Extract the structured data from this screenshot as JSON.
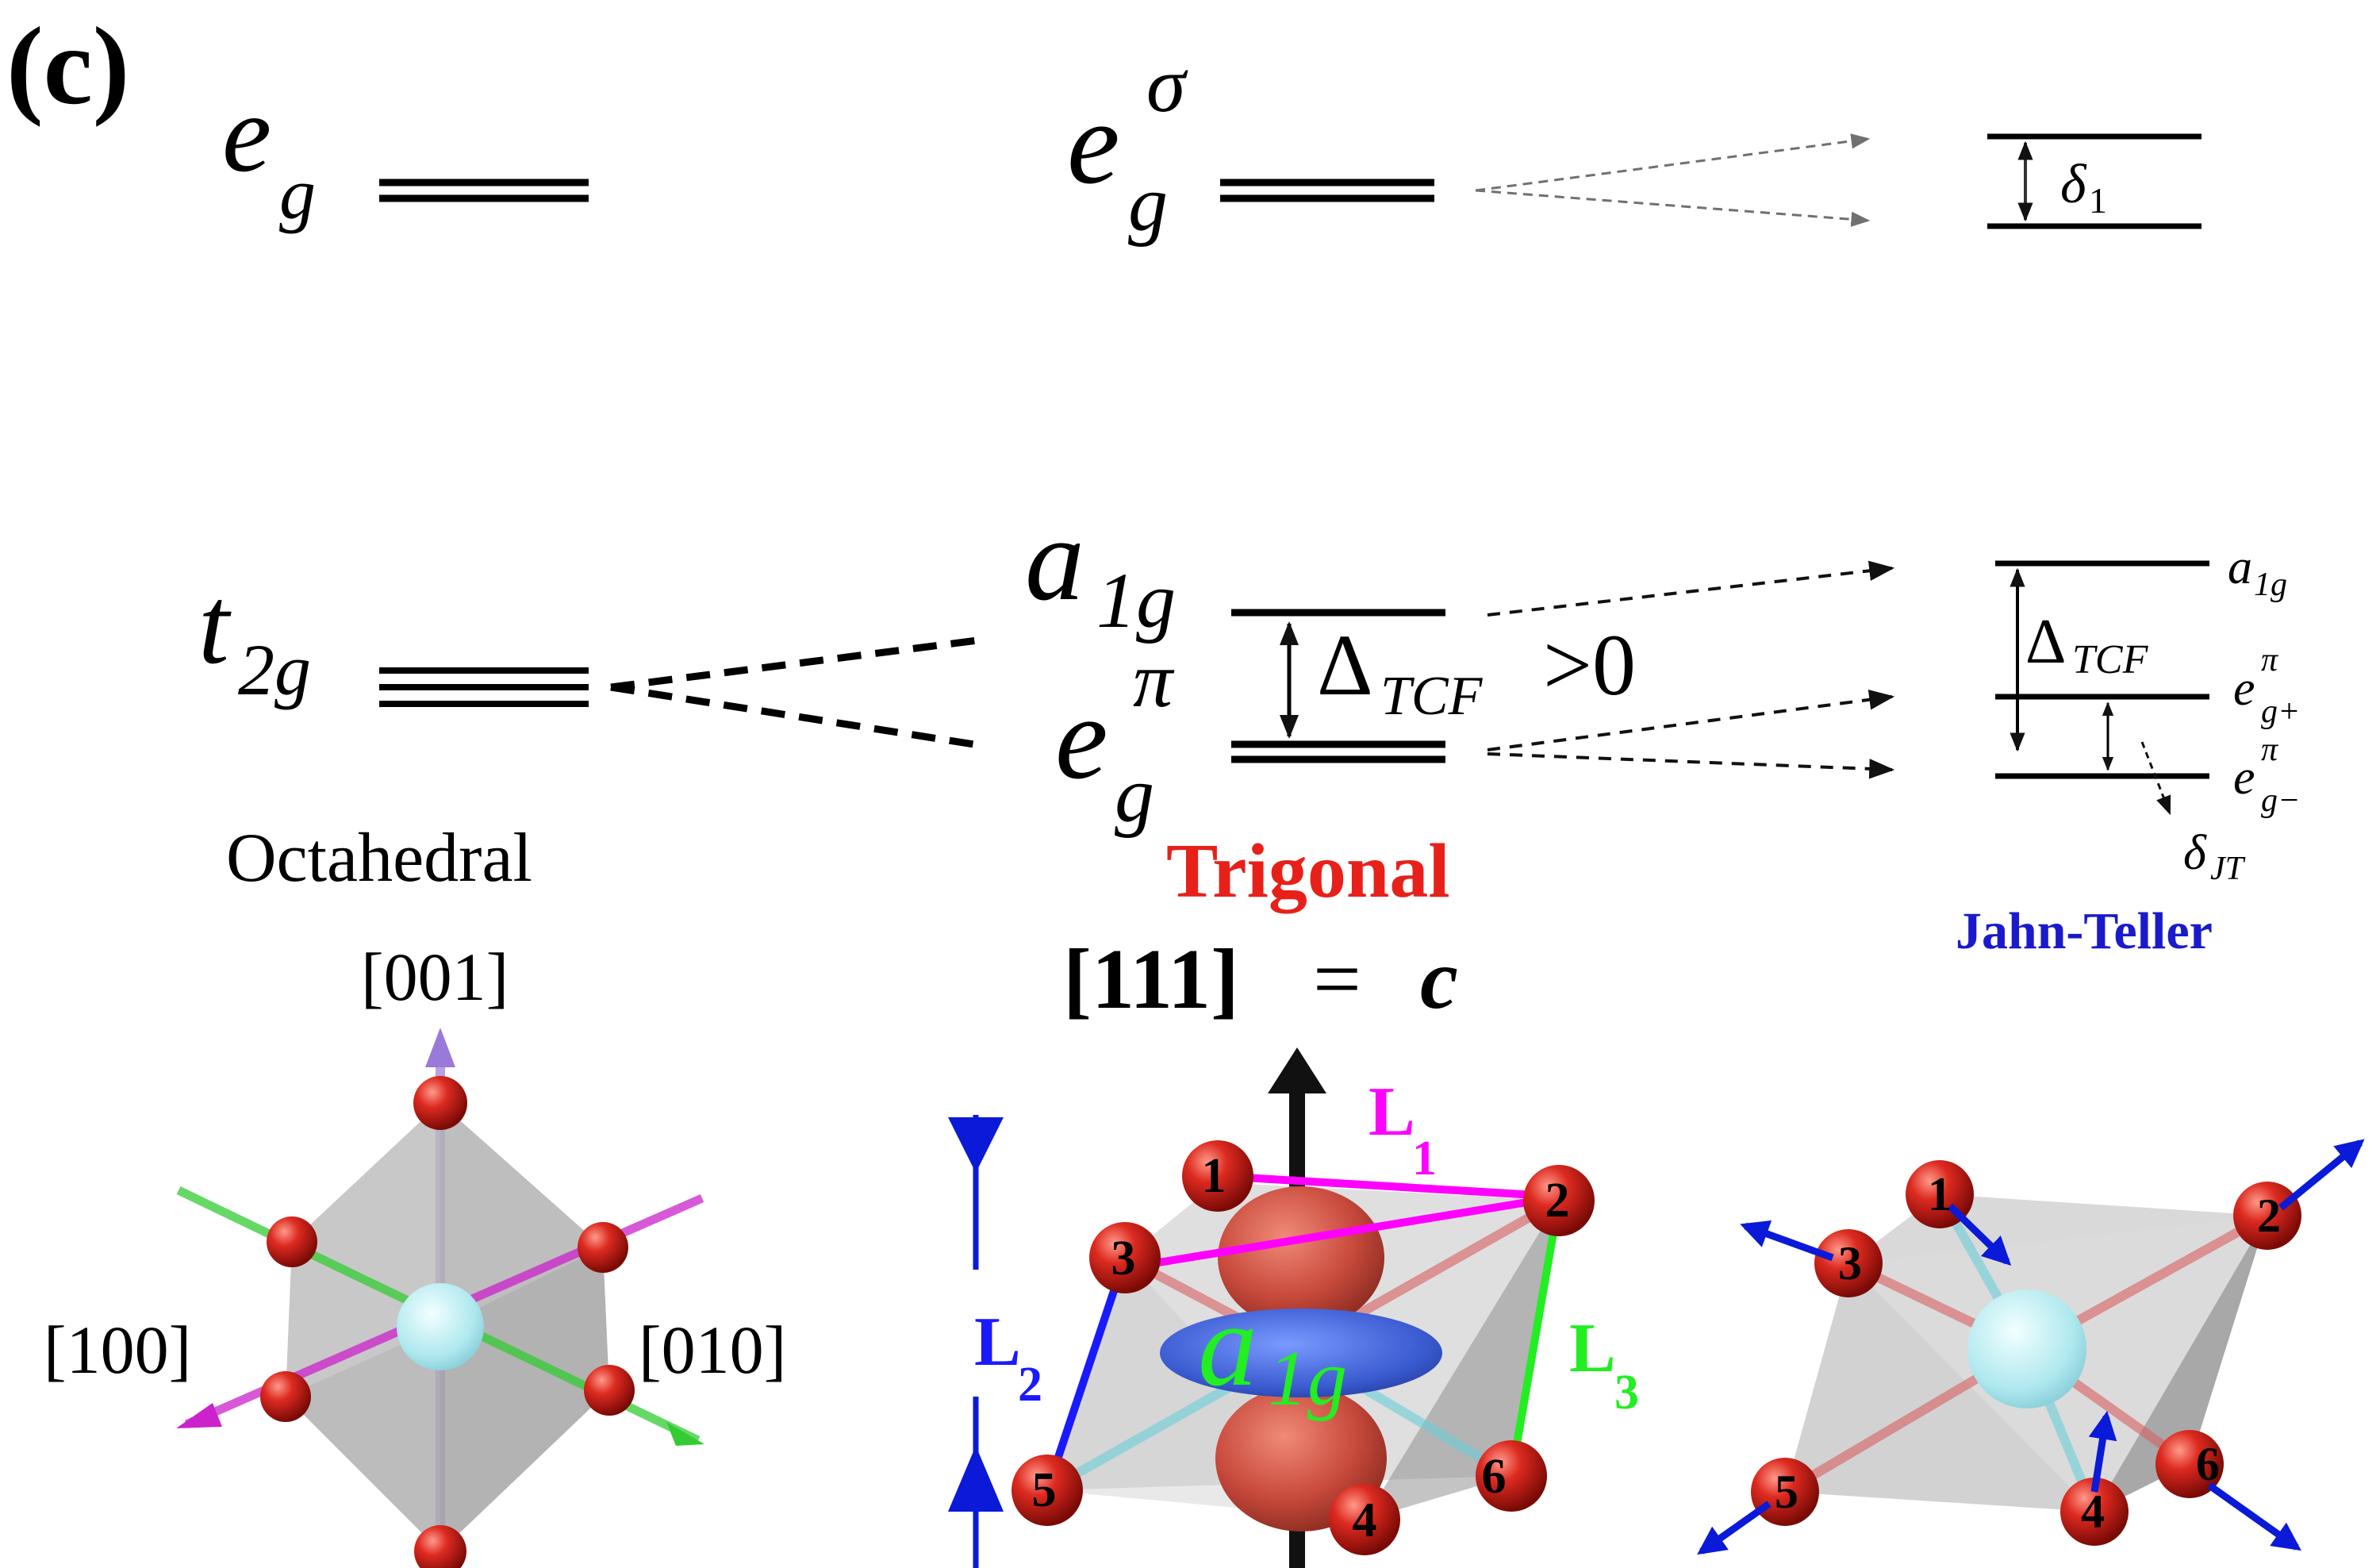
{
  "panel_label": "(c)",
  "levels": {
    "octahedral": {
      "eg": {
        "base": "e",
        "sub": "g"
      },
      "t2g": {
        "base": "t",
        "sub": "2g"
      },
      "label": "Octahedral"
    },
    "trigonal": {
      "eg_sigma": {
        "base": "e",
        "sup": "σ",
        "sub": "g"
      },
      "a1g": {
        "base": "a",
        "sub": "1g"
      },
      "eg_pi": {
        "base": "e",
        "sup": "π",
        "sub": "g"
      },
      "gap": {
        "base": "Δ",
        "sub": "TCF",
        "rel": ">0"
      },
      "label": "Trigonal"
    },
    "jahn_teller": {
      "delta1": {
        "base": "δ",
        "sub": "1"
      },
      "a1g": {
        "base": "a",
        "sub": "1g"
      },
      "gap": {
        "base": "Δ",
        "sub": "TCF"
      },
      "eg_plus": {
        "base": "e",
        "sup": "π",
        "sub": "g+"
      },
      "eg_minus": {
        "base": "e",
        "sup": "π",
        "sub": "g−"
      },
      "delta_jt": {
        "base": "δ",
        "sub": "JT"
      },
      "label": "Jahn-Teller"
    }
  },
  "axes": {
    "octa_001": "[001]",
    "octa_100": "[100]",
    "octa_010": "[010]",
    "trig_axis": "[111]",
    "trig_axis_eq": "=",
    "trig_axis_c": "c"
  },
  "structure": {
    "orbital_label": {
      "base": "a",
      "sub": "1g"
    },
    "bonds": [
      {
        "base": "L",
        "sub": "1"
      },
      {
        "base": "L",
        "sub": "2"
      },
      {
        "base": "L",
        "sub": "3"
      }
    ],
    "atom_numbers": [
      "1",
      "2",
      "3",
      "4",
      "5",
      "6"
    ]
  },
  "colors": {
    "trigonal_label": "#e8201a",
    "jahn_teller_label": "#1a1acc",
    "oxygen": "#d42020",
    "center_ion": "#b8f0f4",
    "bond_L1": "#ff00ff",
    "bond_L2": "#1a1aff",
    "bond_L3": "#22ee22",
    "orbital_lobe": "#c84a3c",
    "orbital_ring": "#3a5ad0",
    "displacement_arrow": "#0a1ad8",
    "axis_001": "#9a7ad8",
    "axis_100": "#cc22cc",
    "axis_010": "#33cc33"
  }
}
